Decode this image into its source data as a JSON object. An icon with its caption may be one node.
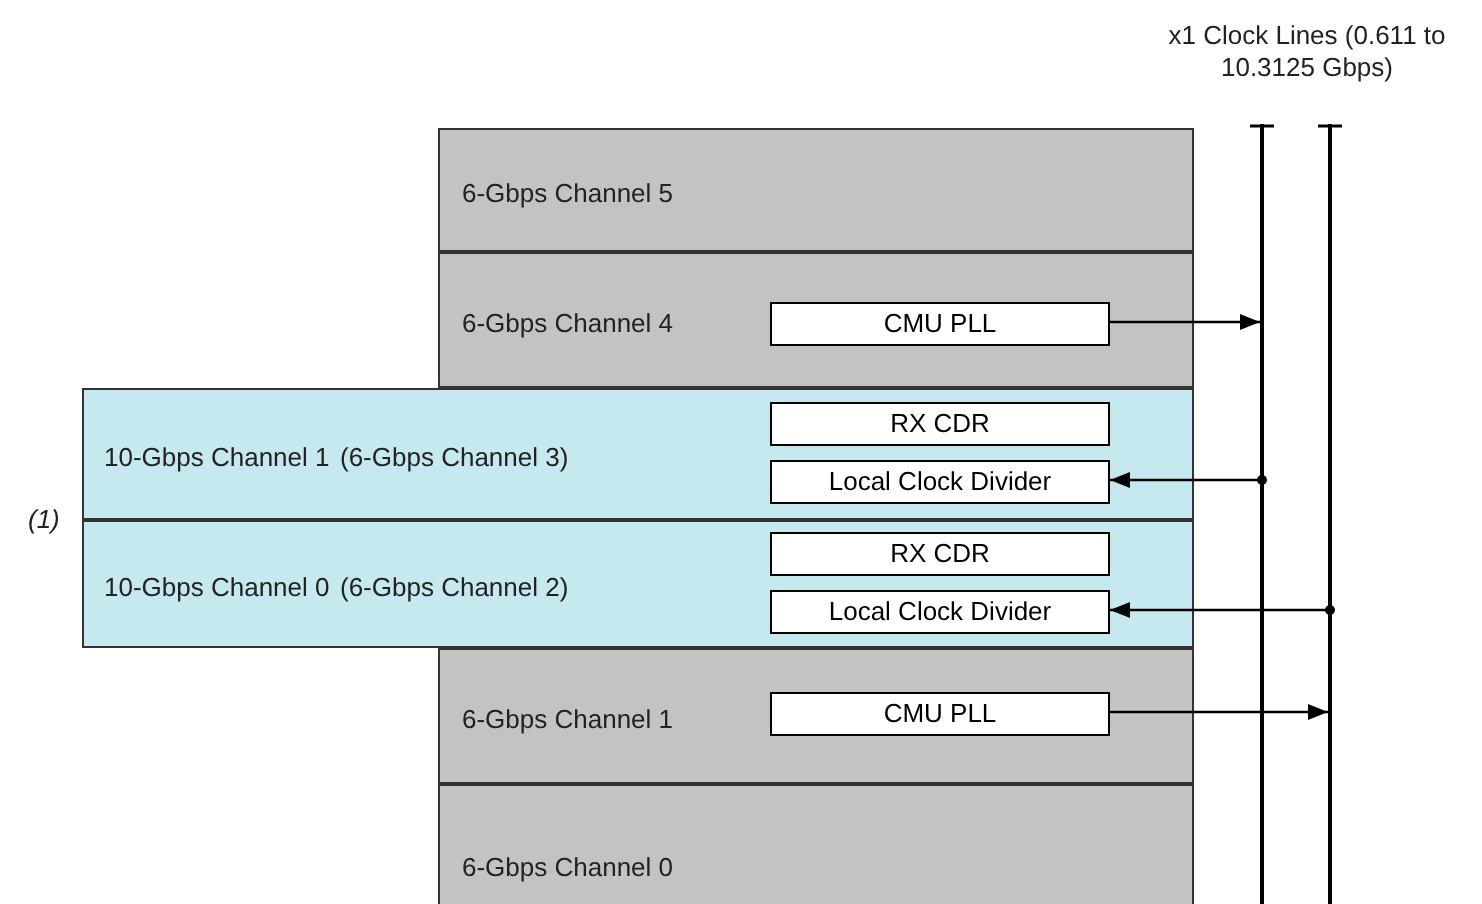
{
  "diagram": {
    "nodes": [
      {
        "text": [
          "6-Gbps Channel 5"
        ]
      },
      {
        "text": [
          "6-Gbps Channel 4"
        ]
      },
      {
        "text": [
          "CMU PLL"
        ],
        "in": 1
      },
      {
        "text": [
          "10-Gbps Channel 1",
          "(6-Gbps Channel 3)"
        ]
      },
      {
        "text": [
          "RX CDR"
        ],
        "in": 3
      },
      {
        "text": [
          "Local Clock Divider"
        ],
        "in": 3
      },
      {
        "text": [
          "10-Gbps Channel 0",
          "(6-Gbps Channel 2)"
        ]
      },
      {
        "text": [
          "RX CDR"
        ],
        "in": 6
      },
      {
        "text": [
          "Local Clock Divider"
        ],
        "in": 6
      },
      {
        "text": [
          "6-Gbps Channel 1"
        ]
      },
      {
        "text": [
          "CMU PLL"
        ],
        "in": 9
      },
      {
        "text": [
          "6-Gbps Channel 0"
        ]
      },
      {
        "text": [],
        "shape": "line"
      },
      {
        "text": [],
        "shape": "line"
      }
    ],
    "edges": [
      {
        "from": 2,
        "to": 12,
        "arrow": "to"
      },
      {
        "from": 12,
        "to": 5,
        "arrow": "to"
      },
      {
        "from": 13,
        "to": 8,
        "arrow": "to"
      },
      {
        "from": 10,
        "to": 13,
        "arrow": "to"
      }
    ],
    "labels": [
      "x1 Clock Lines (0.611 to 10.3125 Gbps)",
      "(1)"
    ]
  }
}
